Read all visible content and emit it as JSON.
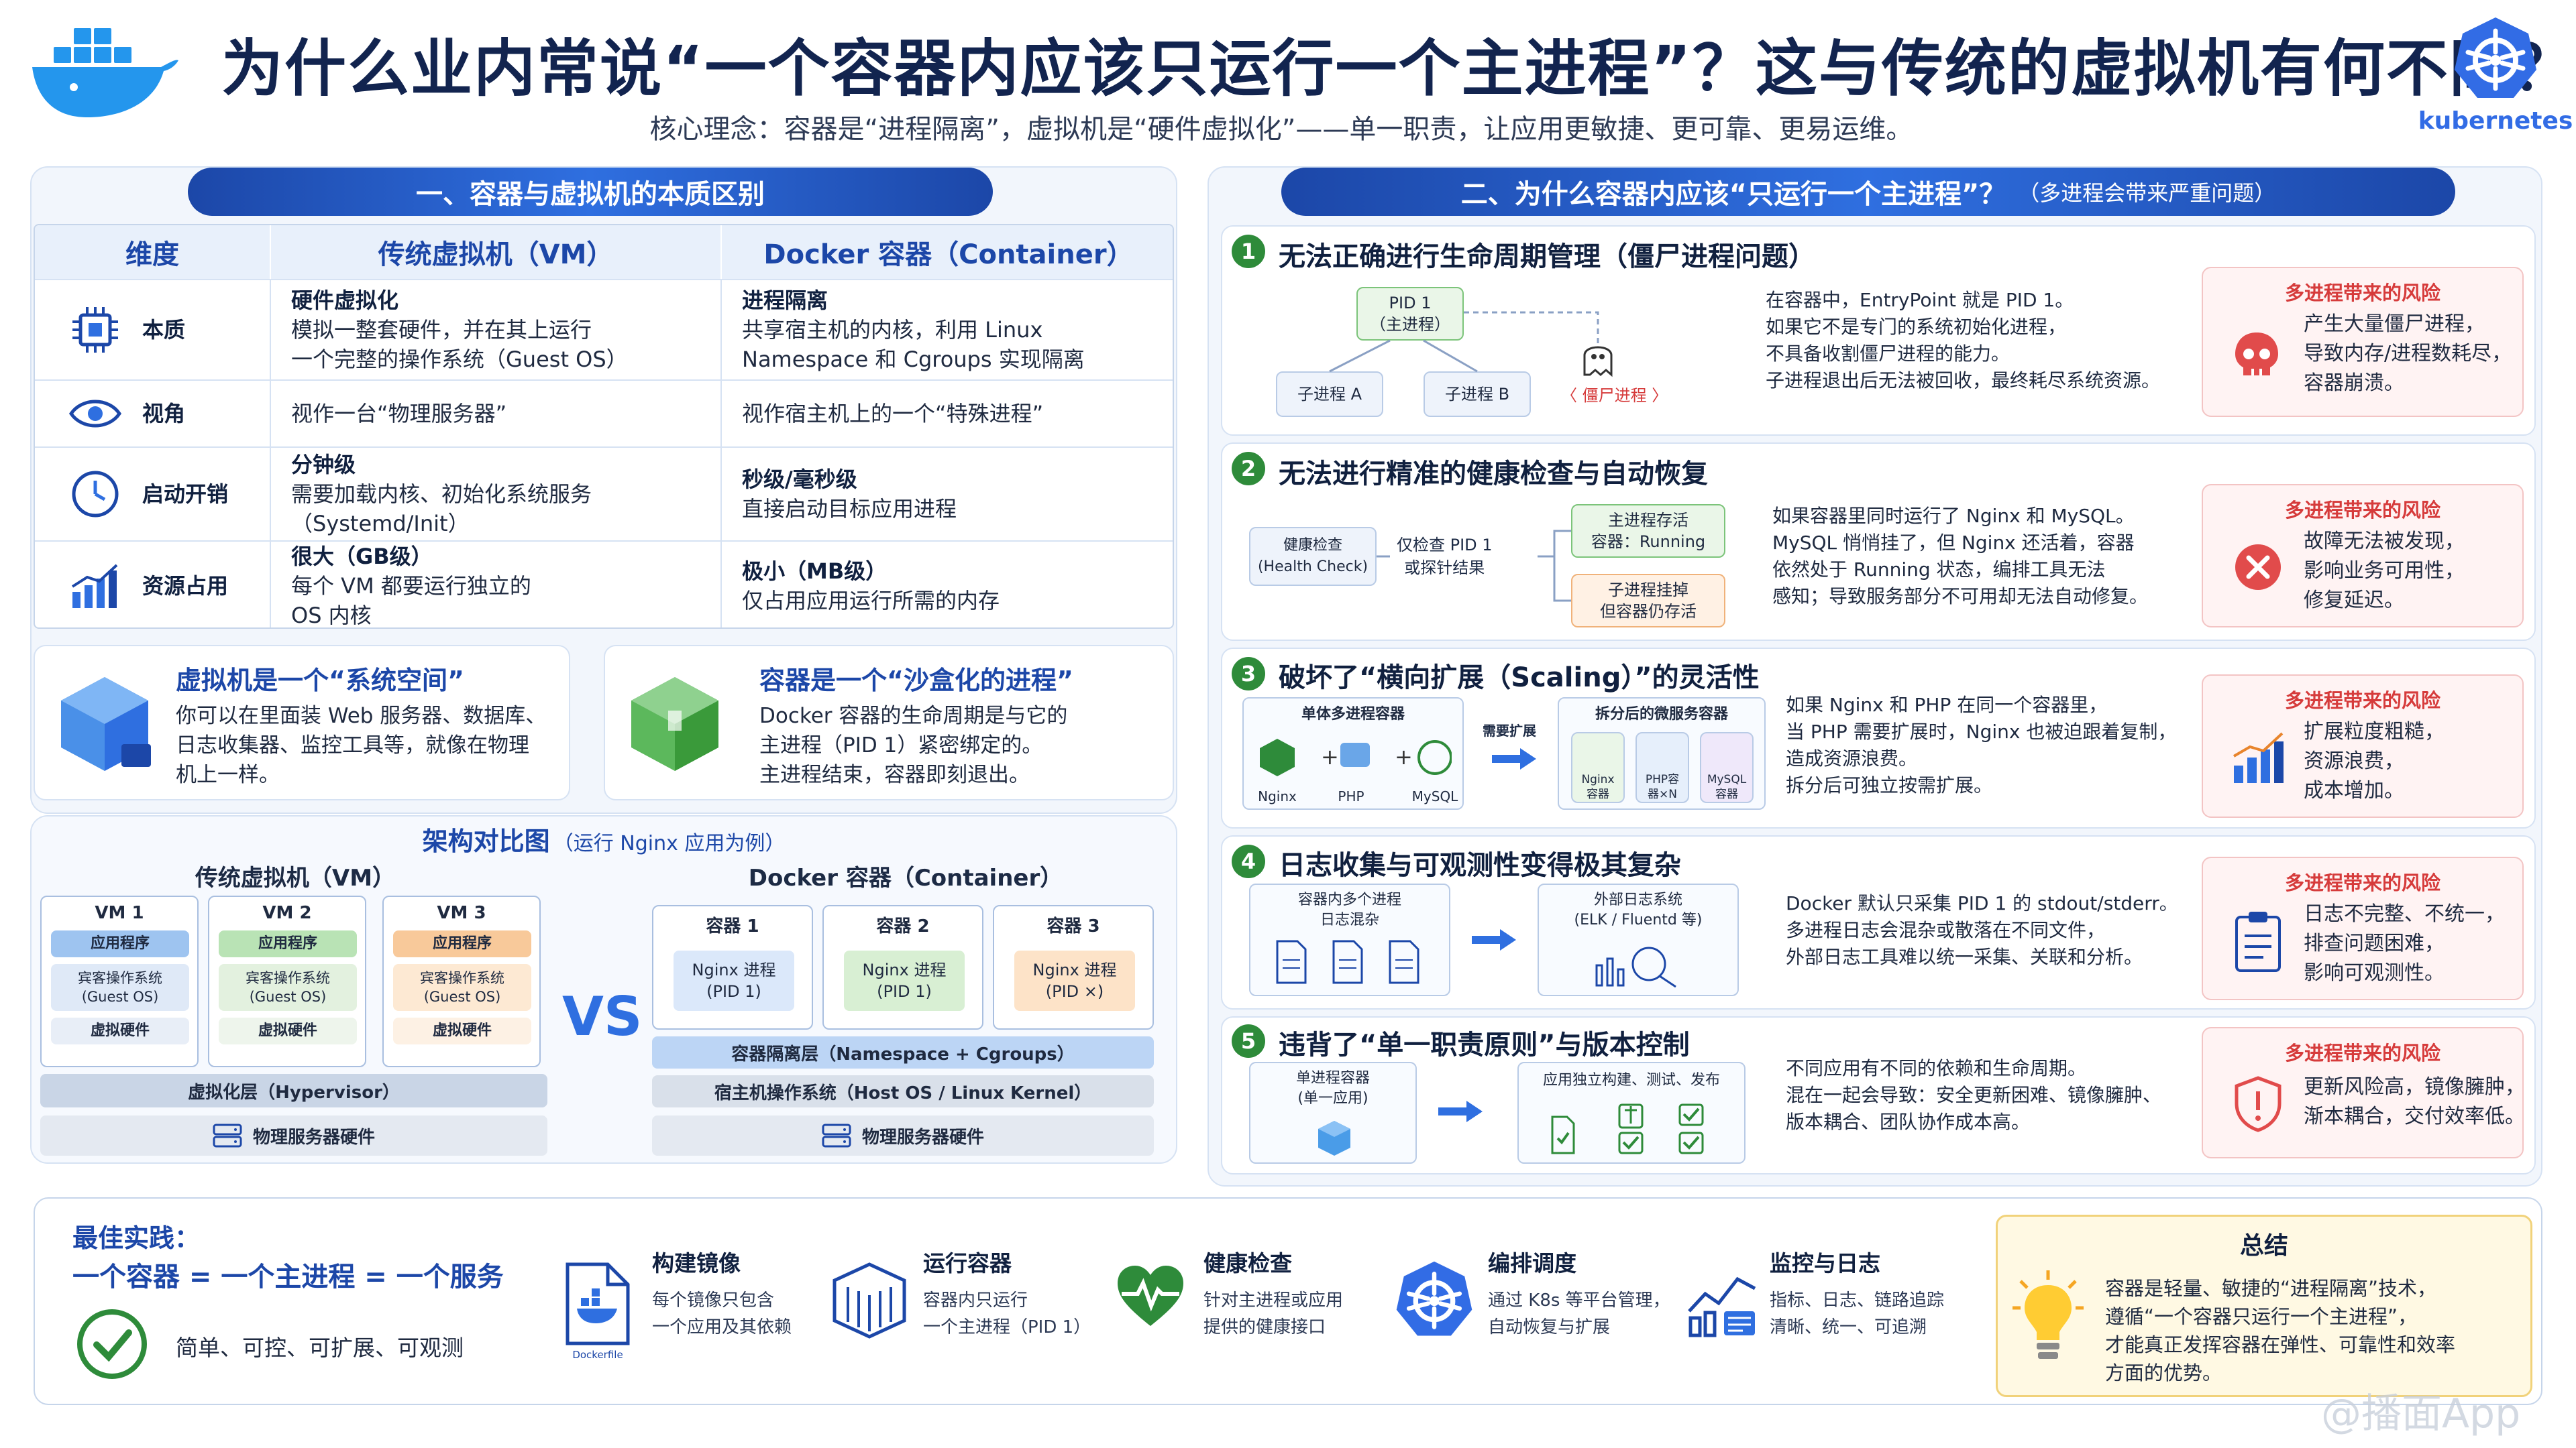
{
  "header": {
    "title": "为什么业内常说“一个容器内应该只运行一个主进程”？这与传统的虚拟机有何不同？",
    "subtitle": "核心理念：容器是“进程隔离”，虚拟机是“硬件虚拟化”——单一职责，让应用更敏捷、更可靠、更易运维。",
    "kubernetes_label": "kubernetes"
  },
  "left": {
    "section_title": "一、容器与虚拟机的本质区别",
    "table": {
      "headers": [
        "维度",
        "传统虚拟机（VM）",
        "Docker 容器（Container）"
      ],
      "rows": [
        {
          "dim": "本质",
          "vm_title": "硬件虚拟化",
          "vm_lines": [
            "模拟一整套硬件，并在其上运行",
            "一个完整的操作系统（Guest OS）"
          ],
          "ct_title": "进程隔离",
          "ct_lines": [
            "共享宿主机的内核，利用 Linux",
            "Namespace 和 Cgroups 实现隔离"
          ]
        },
        {
          "dim": "视角",
          "vm_text": "视作一台“物理服务器”",
          "ct_text": "视作宿主机上的一个“特殊进程”"
        },
        {
          "dim": "启动开销",
          "vm_title": "分钟级",
          "vm_lines": [
            "需要加载内核、初始化系统服务",
            "（Systemd/Init）"
          ],
          "ct_title": "秒级/毫秒级",
          "ct_lines": [
            "直接启动目标应用进程"
          ]
        },
        {
          "dim": "资源占用",
          "vm_title": "很大（GB级）",
          "vm_lines": [
            "每个 VM 都要运行独立的",
            "OS 内核"
          ],
          "ct_title": "极小（MB级）",
          "ct_lines": [
            "仅占用应用运行所需的内存"
          ]
        }
      ]
    },
    "vm_card": {
      "title": "虚拟机是一个“系统空间”",
      "lines": [
        "你可以在里面装 Web 服务器、数据库、",
        "日志收集器、监控工具等，就像在物理",
        "机上一样。"
      ]
    },
    "ct_card": {
      "title": "容器是一个“沙盒化的进程”",
      "lines": [
        "Docker 容器的生命周期是与它的",
        "主进程（PID 1）紧密绑定的。",
        "主进程结束，容器即刻退出。"
      ]
    },
    "arch": {
      "title": "架构对比图",
      "title_note": "（运行 Nginx 应用为例）",
      "vm_side": "传统虚拟机（VM）",
      "ct_side": "Docker 容器（Container）",
      "vs": "VS",
      "vms": [
        {
          "name": "VM 1",
          "app": "应用程序",
          "os": "宾客操作系统\n(Guest OS)",
          "hw": "虚拟硬件"
        },
        {
          "name": "VM 2",
          "app": "应用程序",
          "os": "宾客操作系统\n(Guest OS)",
          "hw": "虚拟硬件"
        },
        {
          "name": "VM 3",
          "app": "应用程序",
          "os": "宾客操作系统\n(Guest OS)",
          "hw": "虚拟硬件"
        }
      ],
      "hypervisor": "虚拟化层（Hypervisor）",
      "vm_hw": "物理服务器硬件",
      "containers": [
        {
          "name": "容器 1",
          "proc": "Nginx 进程\n(PID 1)"
        },
        {
          "name": "容器 2",
          "proc": "Nginx 进程\n(PID 1)"
        },
        {
          "name": "容器 3",
          "proc": "Nginx 进程\n(PID ×)"
        }
      ],
      "ct_layer": "容器隔离层（Namespace + Cgroups）",
      "host_os": "宿主机操作系统（Host OS / Linux Kernel）",
      "ct_hw": "物理服务器硬件"
    }
  },
  "right": {
    "section_title": "二、为什么容器内应该“只运行一个主进程”？",
    "section_note": "（多进程会带来严重问题）",
    "risk_label": "多进程带来的风险",
    "items": [
      {
        "num": "1",
        "title": "无法正确进行生命周期管理（僵尸进程问题）",
        "diagram": {
          "pid1": "PID 1\n（主进程）",
          "child_a": "子进程 A",
          "child_b": "子进程 B",
          "zombie": "〈 僵尸进程 〉"
        },
        "desc": [
          "在容器中，EntryPoint 就是 PID 1。",
          "如果它不是专门的系统初始化进程，",
          "不具备收割僵尸进程的能力。",
          "子进程退出后无法被回收，最终耗尽系统资源。"
        ],
        "risk": [
          "产生大量僵尸进程，",
          "导致内存/进程数耗尽，",
          "容器崩溃。"
        ]
      },
      {
        "num": "2",
        "title": "无法进行精准的健康检查与自动恢复",
        "diagram": {
          "hc": "健康检查\n(Health Check)",
          "mid": "仅检查 PID 1\n或探针结果",
          "alive": "主进程存活\n容器：Running",
          "dead": "子进程挂掉\n但容器仍存活"
        },
        "desc": [
          "如果容器里同时运行了 Nginx 和 MySQL。",
          "MySQL 悄悄挂了，但 Nginx 还活着，容器",
          "依然处于 Running 状态，编排工具无法",
          "感知；导致服务部分不可用却无法自动修复。"
        ],
        "risk": [
          "故障无法被发现，",
          "影响业务可用性，",
          "修复延迟。"
        ]
      },
      {
        "num": "3",
        "title": "破坏了“横向扩展（Scaling）”的灵活性",
        "diagram": {
          "mono": "单体多进程容器",
          "arrow": "需要扩展",
          "micro": "拆分后的微服务容器",
          "labels": [
            "Nginx",
            "PHP",
            "MySQL"
          ],
          "split": [
            "Nginx\n容器",
            "PHP容\n器×N",
            "MySQL\n容器"
          ]
        },
        "desc": [
          "如果 Nginx 和 PHP 在同一个容器里，",
          "当 PHP 需要扩展时，Nginx 也被迫跟着复制，",
          "造成资源浪费。",
          "拆分后可独立按需扩展。"
        ],
        "risk": [
          "扩展粒度粗糙，",
          "资源浪费，",
          "成本增加。"
        ]
      },
      {
        "num": "4",
        "title": "日志收集与可观测性变得极其复杂",
        "diagram": {
          "mixed": "容器内多个进程\n日志混杂",
          "ext": "外部日志系统\n(ELK / Fluentd 等)"
        },
        "desc": [
          "Docker 默认只采集 PID 1 的 stdout/stderr。",
          "多进程日志会混杂或散落在不同文件，",
          "外部日志工具难以统一采集、关联和分析。"
        ],
        "risk": [
          "日志不完整、不统一，",
          "排查问题困难，",
          "影响可观测性。"
        ]
      },
      {
        "num": "5",
        "title": "违背了“单一职责原则”与版本控制",
        "diagram": {
          "mono": "单进程容器\n(单一应用)",
          "flow": "应用独立构建、测试、发布"
        },
        "desc": [
          "不同应用有不同的依赖和生命周期。",
          "混在一起会导致：安全更新困难、镜像臃肿、",
          "版本耦合、团队协作成本高。"
        ],
        "risk": [
          "更新风险高，镜像臃肿，",
          "渐本耦合，交付效率低。"
        ]
      }
    ]
  },
  "best": {
    "title": "最佳实践：",
    "formula": "一个容器 = 一个主进程 = 一个服务",
    "tagline": "简单、可控、可扩展、可观测",
    "items": [
      {
        "title": "构建镜像",
        "lines": [
          "每个镜像只包含",
          "一个应用及其依赖"
        ],
        "icon_text": "Dockerfile"
      },
      {
        "title": "运行容器",
        "lines": [
          "容器内只运行",
          "一个主进程（PID 1）"
        ]
      },
      {
        "title": "健康检查",
        "lines": [
          "针对主进程或应用",
          "提供的健康接口"
        ]
      },
      {
        "title": "编排调度",
        "lines": [
          "通过 K8s 等平台管理，",
          "自动恢复与扩展"
        ]
      },
      {
        "title": "监控与日志",
        "lines": [
          "指标、日志、链路追踪",
          "清晰、统一、可追溯"
        ]
      }
    ]
  },
  "summary": {
    "title": "总结",
    "lines": [
      "容器是轻量、敏捷的“进程隔离”技术，",
      "遵循“一个容器只运行一个主进程”，",
      "才能真正发挥容器在弹性、可靠性和效率",
      "方面的优势。"
    ]
  },
  "watermark": "@播面App",
  "colors": {
    "primary": "#1c47a8",
    "risk": "#d63b3b",
    "step": "#2e8b3a",
    "summary_bg": "#fff9e3"
  }
}
